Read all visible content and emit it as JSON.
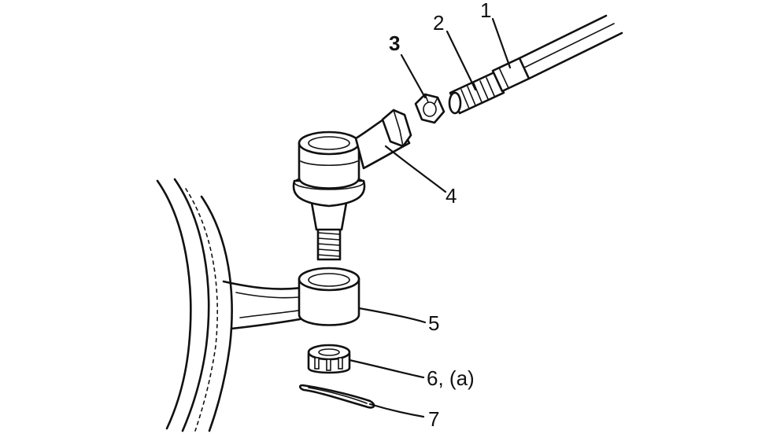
{
  "callouts": {
    "c1": "1",
    "c2": "2",
    "c3": "3",
    "c4": "4",
    "c5": "5",
    "c6": "6, (a)",
    "c7": "7"
  },
  "colors": {
    "ink": "#111111",
    "paper": "#ffffff"
  }
}
